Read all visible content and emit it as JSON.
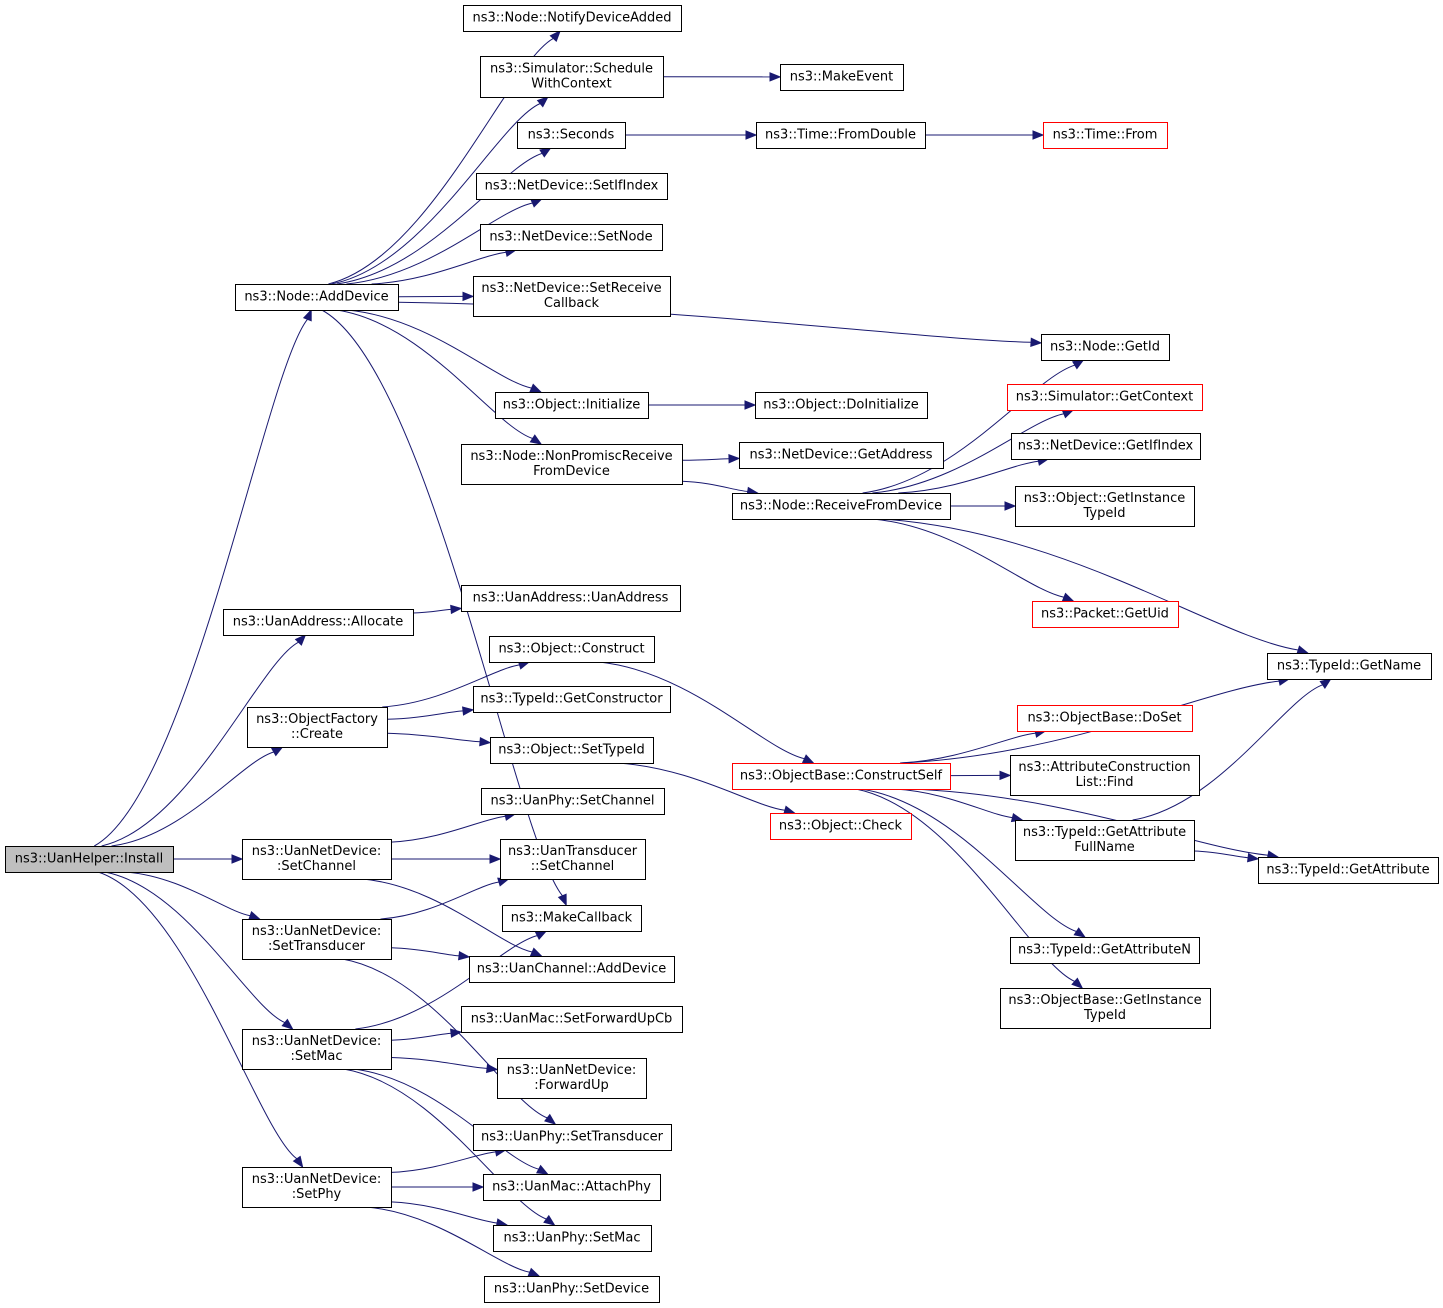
{
  "graph": {
    "root": "n_install",
    "colors": {
      "edge": "#191970",
      "highlight_border": "#ff0000",
      "root_fill": "#bfbfbf"
    },
    "nodes": [
      {
        "id": "n_install",
        "lines": [
          "ns3::UanHelper::Install"
        ],
        "style": "root"
      },
      {
        "id": "n_adddevice",
        "lines": [
          "ns3::Node::AddDevice"
        ],
        "style": "normal"
      },
      {
        "id": "n_allocate",
        "lines": [
          "ns3::UanAddress::Allocate"
        ],
        "style": "normal"
      },
      {
        "id": "n_create",
        "lines": [
          "ns3::ObjectFactory",
          "::Create"
        ],
        "style": "normal"
      },
      {
        "id": "n_setchannel",
        "lines": [
          "ns3::UanNetDevice:",
          ":SetChannel"
        ],
        "style": "normal"
      },
      {
        "id": "n_settransducer",
        "lines": [
          "ns3::UanNetDevice:",
          ":SetTransducer"
        ],
        "style": "normal"
      },
      {
        "id": "n_setmac",
        "lines": [
          "ns3::UanNetDevice:",
          ":SetMac"
        ],
        "style": "normal"
      },
      {
        "id": "n_setphy",
        "lines": [
          "ns3::UanNetDevice:",
          ":SetPhy"
        ],
        "style": "normal"
      },
      {
        "id": "n_notify",
        "lines": [
          "ns3::Node::NotifyDeviceAdded"
        ],
        "style": "normal"
      },
      {
        "id": "n_schedule",
        "lines": [
          "ns3::Simulator::Schedule",
          "WithContext"
        ],
        "style": "normal"
      },
      {
        "id": "n_seconds",
        "lines": [
          "ns3::Seconds"
        ],
        "style": "normal"
      },
      {
        "id": "n_setifindex",
        "lines": [
          "ns3::NetDevice::SetIfIndex"
        ],
        "style": "normal"
      },
      {
        "id": "n_setnode",
        "lines": [
          "ns3::NetDevice::SetNode"
        ],
        "style": "normal"
      },
      {
        "id": "n_setreceive",
        "lines": [
          "ns3::NetDevice::SetReceive",
          "Callback"
        ],
        "style": "normal"
      },
      {
        "id": "n_objinit",
        "lines": [
          "ns3::Object::Initialize"
        ],
        "style": "normal"
      },
      {
        "id": "n_nonpromisc",
        "lines": [
          "ns3::Node::NonPromiscReceive",
          "FromDevice"
        ],
        "style": "normal"
      },
      {
        "id": "n_uanaddress",
        "lines": [
          "ns3::UanAddress::UanAddress"
        ],
        "style": "normal"
      },
      {
        "id": "n_objconstruct",
        "lines": [
          "ns3::Object::Construct"
        ],
        "style": "normal"
      },
      {
        "id": "n_getconstructor",
        "lines": [
          "ns3::TypeId::GetConstructor"
        ],
        "style": "normal"
      },
      {
        "id": "n_settypeid",
        "lines": [
          "ns3::Object::SetTypeId"
        ],
        "style": "normal"
      },
      {
        "id": "n_phy_setchannel",
        "lines": [
          "ns3::UanPhy::SetChannel"
        ],
        "style": "normal"
      },
      {
        "id": "n_trans_setchannel",
        "lines": [
          "ns3::UanTransducer",
          "::SetChannel"
        ],
        "style": "normal"
      },
      {
        "id": "n_makecallback",
        "lines": [
          "ns3::MakeCallback"
        ],
        "style": "normal"
      },
      {
        "id": "n_chan_adddevice",
        "lines": [
          "ns3::UanChannel::AddDevice"
        ],
        "style": "normal"
      },
      {
        "id": "n_setforwardupcb",
        "lines": [
          "ns3::UanMac::SetForwardUpCb"
        ],
        "style": "normal"
      },
      {
        "id": "n_forwardup",
        "lines": [
          "ns3::UanNetDevice:",
          ":ForwardUp"
        ],
        "style": "normal"
      },
      {
        "id": "n_phy_settransducer",
        "lines": [
          "ns3::UanPhy::SetTransducer"
        ],
        "style": "normal"
      },
      {
        "id": "n_attachphy",
        "lines": [
          "ns3::UanMac::AttachPhy"
        ],
        "style": "normal"
      },
      {
        "id": "n_phy_setmac",
        "lines": [
          "ns3::UanPhy::SetMac"
        ],
        "style": "normal"
      },
      {
        "id": "n_phy_setdevice",
        "lines": [
          "ns3::UanPhy::SetDevice"
        ],
        "style": "normal"
      },
      {
        "id": "n_makeevent",
        "lines": [
          "ns3::MakeEvent"
        ],
        "style": "normal"
      },
      {
        "id": "n_fromdouble",
        "lines": [
          "ns3::Time::FromDouble"
        ],
        "style": "normal"
      },
      {
        "id": "n_timefrom",
        "lines": [
          "ns3::Time::From"
        ],
        "style": "red"
      },
      {
        "id": "n_getid",
        "lines": [
          "ns3::Node::GetId"
        ],
        "style": "normal"
      },
      {
        "id": "n_getcontext",
        "lines": [
          "ns3::Simulator::GetContext"
        ],
        "style": "red"
      },
      {
        "id": "n_doinitialize",
        "lines": [
          "ns3::Object::DoInitialize"
        ],
        "style": "normal"
      },
      {
        "id": "n_getaddress",
        "lines": [
          "ns3::NetDevice::GetAddress"
        ],
        "style": "normal"
      },
      {
        "id": "n_getifindex",
        "lines": [
          "ns3::NetDevice::GetIfIndex"
        ],
        "style": "normal"
      },
      {
        "id": "n_receivefromdevice",
        "lines": [
          "ns3::Node::ReceiveFromDevice"
        ],
        "style": "normal"
      },
      {
        "id": "n_getinstancetypeid",
        "lines": [
          "ns3::Object::GetInstance",
          "TypeId"
        ],
        "style": "normal"
      },
      {
        "id": "n_packetgetuid",
        "lines": [
          "ns3::Packet::GetUid"
        ],
        "style": "red"
      },
      {
        "id": "n_getname",
        "lines": [
          "ns3::TypeId::GetName"
        ],
        "style": "normal"
      },
      {
        "id": "n_doset",
        "lines": [
          "ns3::ObjectBase::DoSet"
        ],
        "style": "red"
      },
      {
        "id": "n_constructself",
        "lines": [
          "ns3::ObjectBase::ConstructSelf"
        ],
        "style": "red"
      },
      {
        "id": "n_attrfind",
        "lines": [
          "ns3::AttributeConstruction",
          "List::Find"
        ],
        "style": "normal"
      },
      {
        "id": "n_objcheck",
        "lines": [
          "ns3::Object::Check"
        ],
        "style": "red"
      },
      {
        "id": "n_getattrfullname",
        "lines": [
          "ns3::TypeId::GetAttribute",
          "FullName"
        ],
        "style": "normal"
      },
      {
        "id": "n_getattribute",
        "lines": [
          "ns3::TypeId::GetAttribute"
        ],
        "style": "normal"
      },
      {
        "id": "n_getattributen",
        "lines": [
          "ns3::TypeId::GetAttributeN"
        ],
        "style": "normal"
      },
      {
        "id": "n_objbasegetinstance",
        "lines": [
          "ns3::ObjectBase::GetInstance",
          "TypeId"
        ],
        "style": "normal"
      }
    ],
    "edges": [
      [
        "n_install",
        "n_adddevice"
      ],
      [
        "n_install",
        "n_allocate"
      ],
      [
        "n_install",
        "n_create"
      ],
      [
        "n_install",
        "n_setchannel"
      ],
      [
        "n_install",
        "n_settransducer"
      ],
      [
        "n_install",
        "n_setmac"
      ],
      [
        "n_install",
        "n_setphy"
      ],
      [
        "n_adddevice",
        "n_notify"
      ],
      [
        "n_adddevice",
        "n_schedule"
      ],
      [
        "n_adddevice",
        "n_seconds"
      ],
      [
        "n_adddevice",
        "n_setifindex"
      ],
      [
        "n_adddevice",
        "n_setnode"
      ],
      [
        "n_adddevice",
        "n_setreceive"
      ],
      [
        "n_adddevice",
        "n_getid"
      ],
      [
        "n_adddevice",
        "n_objinit"
      ],
      [
        "n_adddevice",
        "n_nonpromisc"
      ],
      [
        "n_adddevice",
        "n_makecallback"
      ],
      [
        "n_schedule",
        "n_makeevent"
      ],
      [
        "n_seconds",
        "n_fromdouble"
      ],
      [
        "n_fromdouble",
        "n_timefrom"
      ],
      [
        "n_objinit",
        "n_doinitialize"
      ],
      [
        "n_nonpromisc",
        "n_getaddress"
      ],
      [
        "n_nonpromisc",
        "n_receivefromdevice"
      ],
      [
        "n_receivefromdevice",
        "n_getid"
      ],
      [
        "n_receivefromdevice",
        "n_getcontext"
      ],
      [
        "n_receivefromdevice",
        "n_getifindex"
      ],
      [
        "n_receivefromdevice",
        "n_getinstancetypeid"
      ],
      [
        "n_receivefromdevice",
        "n_packetgetuid"
      ],
      [
        "n_receivefromdevice",
        "n_getname"
      ],
      [
        "n_allocate",
        "n_uanaddress"
      ],
      [
        "n_create",
        "n_objconstruct"
      ],
      [
        "n_create",
        "n_getconstructor"
      ],
      [
        "n_create",
        "n_settypeid"
      ],
      [
        "n_objconstruct",
        "n_constructself"
      ],
      [
        "n_settypeid",
        "n_objcheck"
      ],
      [
        "n_constructself",
        "n_getname"
      ],
      [
        "n_constructself",
        "n_doset"
      ],
      [
        "n_constructself",
        "n_attrfind"
      ],
      [
        "n_constructself",
        "n_getattrfullname"
      ],
      [
        "n_constructself",
        "n_getattribute"
      ],
      [
        "n_constructself",
        "n_getattributen"
      ],
      [
        "n_constructself",
        "n_objbasegetinstance"
      ],
      [
        "n_getattrfullname",
        "n_getname"
      ],
      [
        "n_getattrfullname",
        "n_getattribute"
      ],
      [
        "n_setchannel",
        "n_phy_setchannel"
      ],
      [
        "n_setchannel",
        "n_trans_setchannel"
      ],
      [
        "n_setchannel",
        "n_chan_adddevice"
      ],
      [
        "n_settransducer",
        "n_trans_setchannel"
      ],
      [
        "n_settransducer",
        "n_chan_adddevice"
      ],
      [
        "n_settransducer",
        "n_phy_settransducer"
      ],
      [
        "n_setmac",
        "n_makecallback"
      ],
      [
        "n_setmac",
        "n_setforwardupcb"
      ],
      [
        "n_setmac",
        "n_forwardup"
      ],
      [
        "n_setmac",
        "n_attachphy"
      ],
      [
        "n_setmac",
        "n_phy_setmac"
      ],
      [
        "n_setphy",
        "n_phy_settransducer"
      ],
      [
        "n_setphy",
        "n_attachphy"
      ],
      [
        "n_setphy",
        "n_phy_setmac"
      ],
      [
        "n_setphy",
        "n_phy_setdevice"
      ]
    ]
  }
}
